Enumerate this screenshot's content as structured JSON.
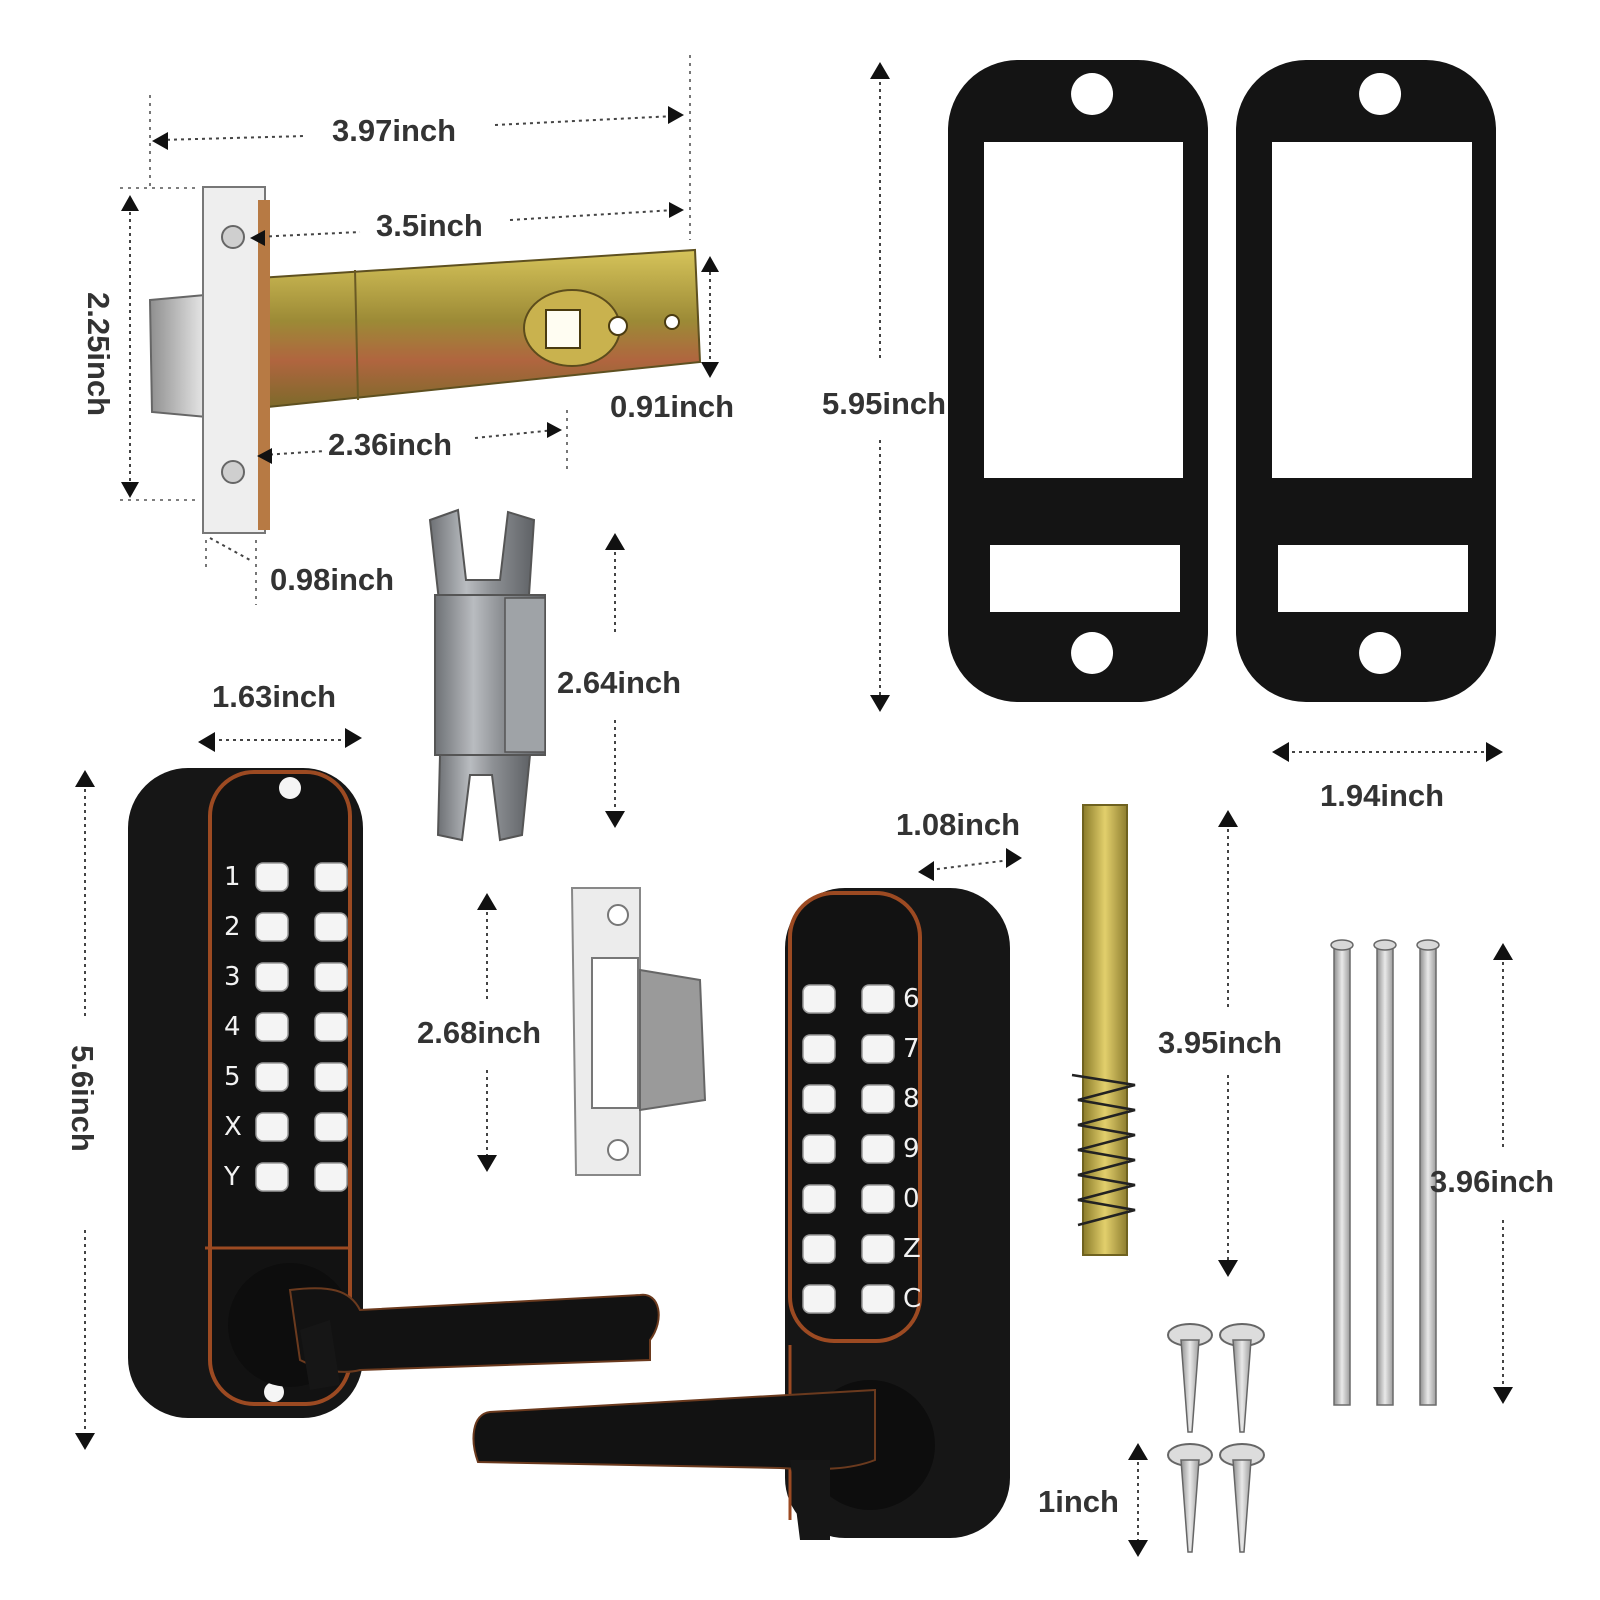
{
  "dimensions": {
    "latch_total_length": "3.97inch",
    "latch_backset": "3.5inch",
    "latch_faceplate_height": "2.25inch",
    "latch_body_height": "0.91inch",
    "latch_tube_length": "2.36inch",
    "latch_face_width": "0.98inch",
    "gasket_height": "5.95inch",
    "gasket_width": "1.94inch",
    "strike_box_height": "2.64inch",
    "strike_plate_height": "2.68inch",
    "front_lock_width": "1.63inch",
    "front_lock_height": "5.6inch",
    "rear_lock_width": "1.08inch",
    "spindle_length": "3.95inch",
    "bolt_length": "3.96inch",
    "screw_length": "1inch"
  },
  "keypad_front": {
    "left_labels": [
      "1",
      "2",
      "3",
      "4",
      "5",
      "X",
      "Y"
    ]
  },
  "keypad_rear": {
    "right_labels": [
      "6",
      "7",
      "8",
      "9",
      "0",
      "Z",
      "C"
    ]
  },
  "colors": {
    "lock_body": "#161616",
    "copper_trim": "#9c4a22",
    "brass": "#b79a3b",
    "steel": "#c9c9c9",
    "gasket": "#141414"
  }
}
